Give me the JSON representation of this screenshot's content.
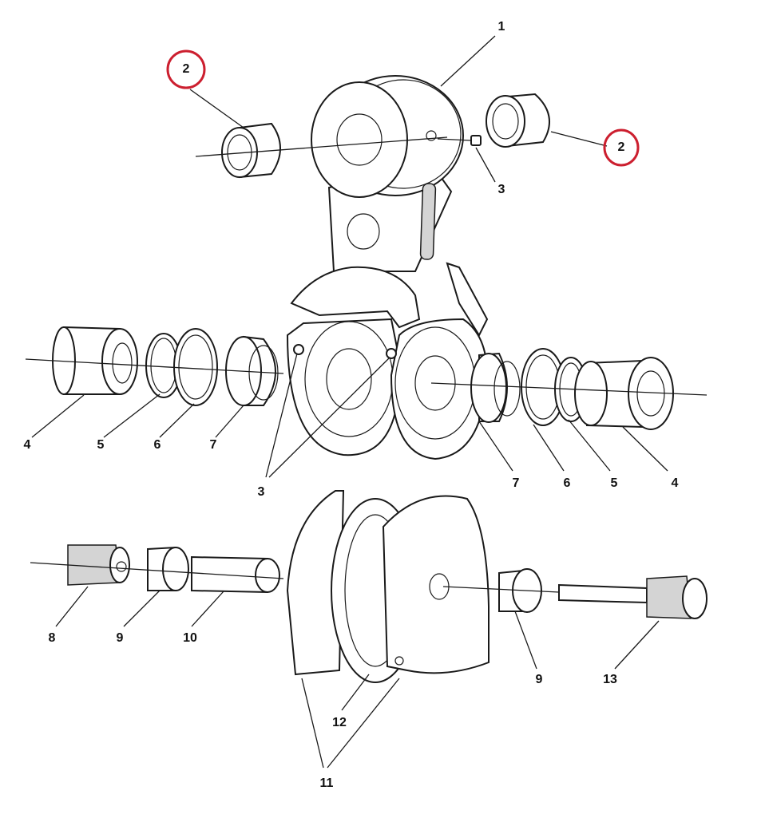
{
  "callouts": {
    "c1": "1",
    "c2a": "2",
    "c2b": "2",
    "c3a": "3",
    "c3b": "3",
    "c4a": "4",
    "c4b": "4",
    "c5a": "5",
    "c5b": "5",
    "c6a": "6",
    "c6b": "6",
    "c7a": "7",
    "c7b": "7",
    "c8": "8",
    "c9a": "9",
    "c9b": "9",
    "c10": "10",
    "c11": "11",
    "c12": "12",
    "c13": "13"
  },
  "colors": {
    "line": "#1a1a1a",
    "highlight_circle": "#cc1f2f",
    "shade": "#d4d4d4"
  }
}
